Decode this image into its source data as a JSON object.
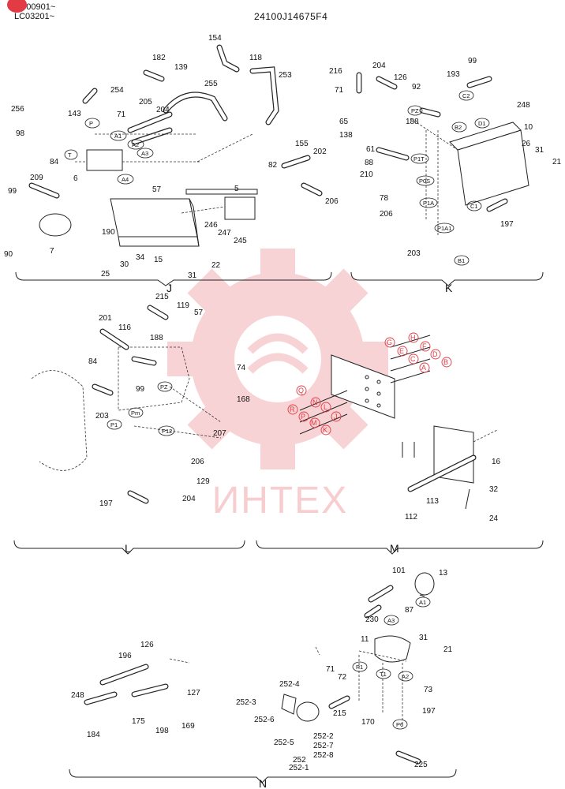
{
  "header": {
    "serials": [
      "YC00901~",
      "LC03201~"
    ],
    "drawing_number": "24100J14675F4"
  },
  "watermark": {
    "text": "ИНТЕХ",
    "color": "#e23b45"
  },
  "sections": [
    {
      "id": "J"
    },
    {
      "id": "K"
    },
    {
      "id": "L"
    },
    {
      "id": "M"
    },
    {
      "id": "N"
    }
  ],
  "part_numbers": {
    "J": [
      "5",
      "6",
      "7",
      "15",
      "22",
      "25",
      "30",
      "31",
      "34",
      "57",
      "71",
      "82",
      "84",
      "90",
      "98",
      "99",
      "118",
      "139",
      "143",
      "154",
      "155",
      "182",
      "190",
      "202",
      "204",
      "205",
      "206",
      "209",
      "245",
      "246",
      "247",
      "253",
      "254",
      "255",
      "256"
    ],
    "K": [
      "10",
      "21",
      "26",
      "31",
      "61",
      "65",
      "71",
      "78",
      "88",
      "92",
      "99",
      "126",
      "138",
      "188",
      "193",
      "197",
      "203",
      "204",
      "206",
      "210",
      "216",
      "248"
    ],
    "L": [
      "57",
      "74",
      "84",
      "99",
      "116",
      "119",
      "129",
      "168",
      "188",
      "197",
      "201",
      "203",
      "204",
      "206",
      "207",
      "215"
    ],
    "M": [
      "16",
      "24",
      "32",
      "112",
      "113"
    ],
    "N": [
      "11",
      "13",
      "21",
      "31",
      "71",
      "72",
      "73",
      "87",
      "101",
      "126",
      "127",
      "169",
      "170",
      "175",
      "184",
      "196",
      "197",
      "198",
      "215",
      "225",
      "230",
      "248",
      "252",
      "252-1",
      "252-2",
      "252-3",
      "252-4",
      "252-5",
      "252-6",
      "252-7",
      "252-8"
    ]
  },
  "port_tags": {
    "J": [
      "P",
      "T",
      "A1",
      "A2",
      "A3",
      "A4"
    ],
    "K": [
      "PZ",
      "B2",
      "C2",
      "D1",
      "P1T",
      "P0S",
      "P1A",
      "P1A1",
      "C1",
      "B1"
    ],
    "L": [
      "PZ",
      "Pm",
      "P1",
      "P12"
    ],
    "M": [
      "A",
      "B",
      "C",
      "D",
      "E",
      "F",
      "G",
      "H",
      "J",
      "K",
      "L",
      "M",
      "N",
      "P",
      "Q",
      "R"
    ],
    "N": [
      "A1",
      "A3",
      "A2",
      "P1",
      "T1",
      "P6"
    ]
  }
}
